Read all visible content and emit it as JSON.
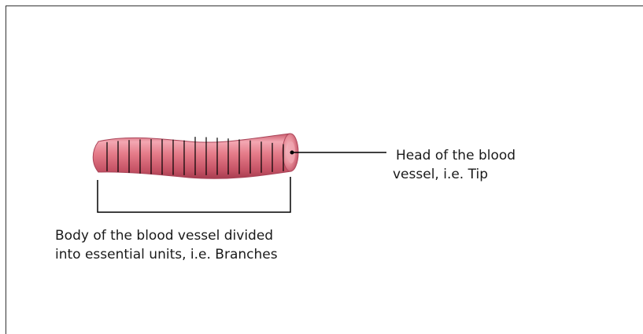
{
  "head_label": {
    "line1": "Head of the blood",
    "line2": "vessel, i.e. Tip"
  },
  "body_label": {
    "line1": "Body of the blood vessel divided",
    "line2": "into essential units, i.e. Branches"
  },
  "colors": {
    "vessel_light": "#f7b7bf",
    "vessel_mid": "#e0707e",
    "vessel_dark": "#b4485a",
    "lines": "#000000"
  }
}
